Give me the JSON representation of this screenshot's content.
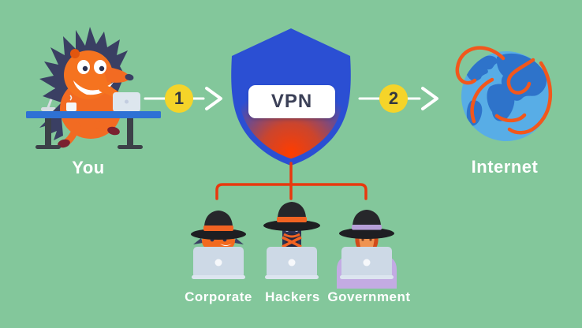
{
  "diagram": {
    "user": {
      "label": "You"
    },
    "vpn": {
      "label": "VPN"
    },
    "internet": {
      "label": "Internet"
    },
    "steps": [
      {
        "number": "1"
      },
      {
        "number": "2"
      }
    ],
    "threats": [
      {
        "label": "Corporate"
      },
      {
        "label": "Hackers"
      },
      {
        "label": "Government"
      }
    ],
    "colors": {
      "background": "#83c79b",
      "shield_blue": "#2b4fd3",
      "shield_glow_red": "#ff3d00",
      "connector_red": "#e8380e",
      "step_badge_yellow": "#f5d429",
      "arrow_white": "#ffffff",
      "label_text": "#ffffff",
      "vpn_text": "#3b4057",
      "character_orange": "#f26b22",
      "spike_navy": "#3a3f63",
      "desk_blue": "#2e71d4",
      "laptop_gray": "#cdd9e6",
      "globe_water": "#58ade6",
      "globe_land": "#2e73ca",
      "globe_route_orange": "#f2571c",
      "hat_black": "#232327",
      "government_lavender": "#c3abe3"
    }
  }
}
